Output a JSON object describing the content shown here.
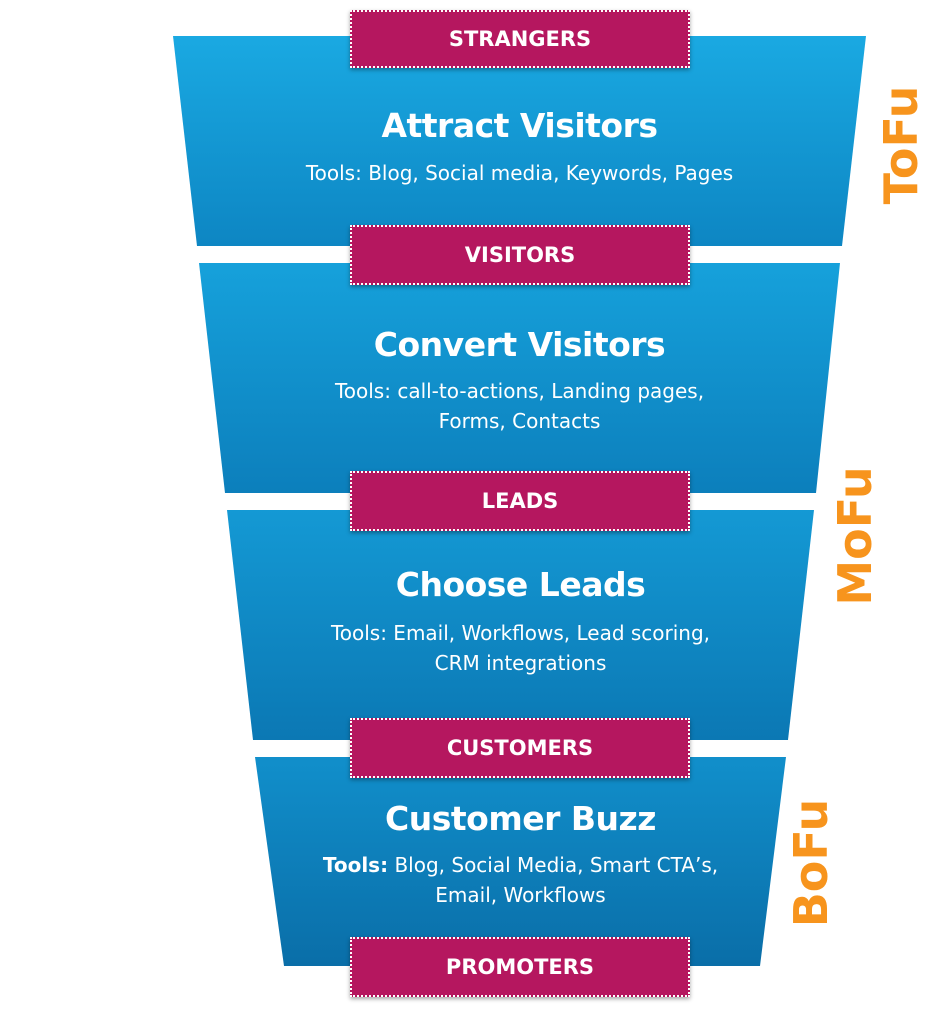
{
  "colors": {
    "funnel_light": "#16a7e0",
    "funnel_dark": "#0b6fa8",
    "label_bg": "#b5175f",
    "phase_text": "#f7941d"
  },
  "labels": [
    "STRANGERS",
    "VISITORS",
    "LEADS",
    "CUSTOMERS",
    "PROMOTERS"
  ],
  "stages": [
    {
      "title": "Attract Visitors",
      "tools_prefix": "",
      "tools": [
        "Tools: Blog, Social media, Keywords, Pages"
      ]
    },
    {
      "title": "Convert Visitors",
      "tools_prefix": "",
      "tools": [
        "Tools: call-to-actions, Landing pages,",
        "Forms, Contacts"
      ]
    },
    {
      "title": "Choose Leads",
      "tools_prefix": "",
      "tools": [
        "Tools: Email, Workflows, Lead scoring,",
        "CRM integrations"
      ]
    },
    {
      "title": "Customer Buzz",
      "tools_prefix": "Tools:",
      "tools": [
        " Blog, Social Media, Smart CTA’s,",
        "Email, Workflows"
      ]
    }
  ],
  "phases": [
    "ToFu",
    "MoFu",
    "BoFu"
  ]
}
